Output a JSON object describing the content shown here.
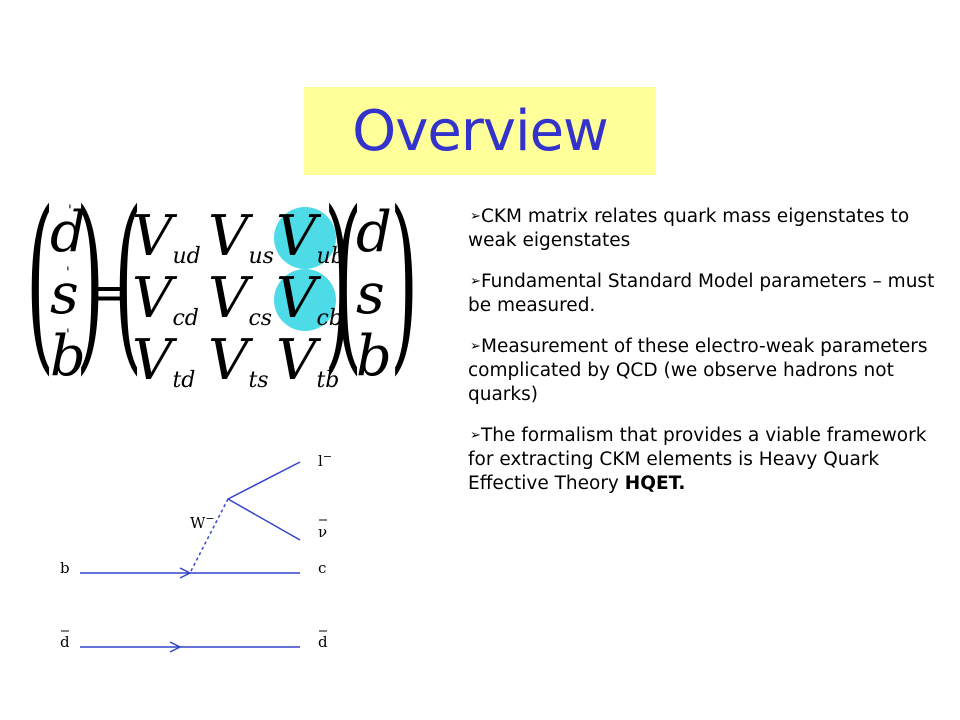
{
  "title": "Overview",
  "matrix": {
    "lhs": [
      "d",
      "s",
      "b"
    ],
    "elements": [
      [
        {
          "v": "V",
          "s": "ud"
        },
        {
          "v": "V",
          "s": "us"
        },
        {
          "v": "V",
          "s": "ub"
        }
      ],
      [
        {
          "v": "V",
          "s": "cd"
        },
        {
          "v": "V",
          "s": "cs"
        },
        {
          "v": "V",
          "s": "cb"
        }
      ],
      [
        {
          "v": "V",
          "s": "td"
        },
        {
          "v": "V",
          "s": "ts"
        },
        {
          "v": "V",
          "s": "tb"
        }
      ]
    ],
    "rhs": [
      "d",
      "s",
      "b"
    ],
    "equals": "=",
    "highlight_color": "#4ddbe8"
  },
  "bullets": [
    {
      "text": "CKM matrix relates quark mass eigenstates to weak eigenstates",
      "bold": ""
    },
    {
      "text": "Fundamental Standard Model parameters – must be measured.",
      "bold": ""
    },
    {
      "text": "Measurement of these electro-weak parameters complicated by QCD (we observe hadrons not quarks)",
      "bold": ""
    },
    {
      "text": "The formalism that provides a viable framework for extracting CKM elements is Heavy Quark Effective Theory ",
      "bold": "HQET."
    }
  ],
  "feynman": {
    "w_label": "W",
    "w_sup": "−",
    "lepton": "l",
    "lepton_sup": "−",
    "neutrino": "ν",
    "b_in": "b",
    "c_out": "c",
    "dbar_in": "d",
    "dbar_out": "d"
  },
  "colors": {
    "title_bg": "#ffff99",
    "title_text": "#3333cc",
    "line": "#3344cc"
  }
}
